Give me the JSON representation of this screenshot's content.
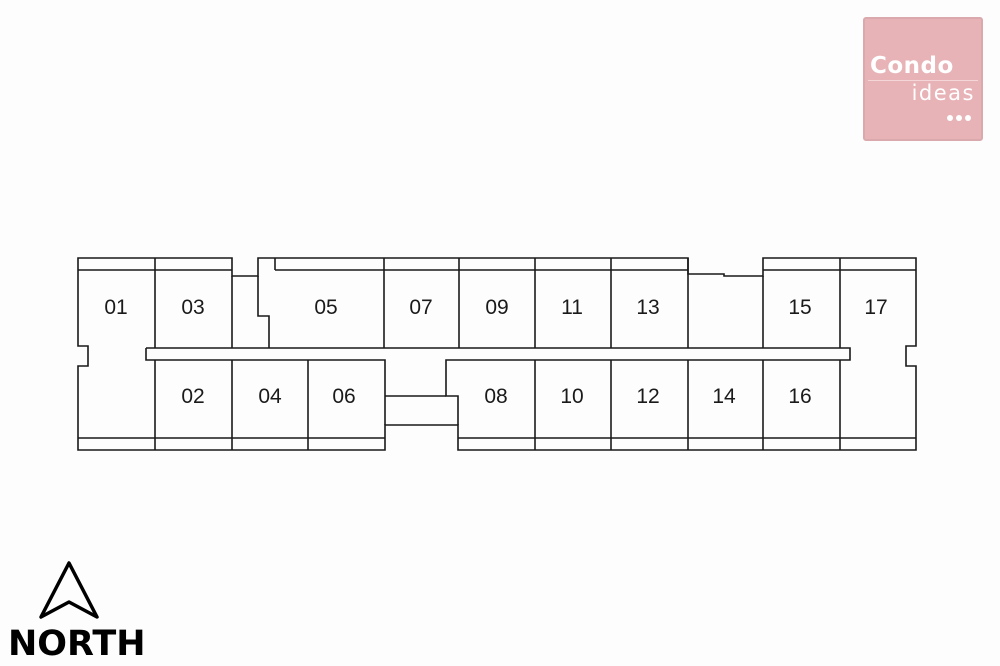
{
  "logo": {
    "word1": "Condo",
    "word2": "ideas"
  },
  "units": {
    "u01": "01",
    "u02": "02",
    "u03": "03",
    "u04": "04",
    "u05": "05",
    "u06": "06",
    "u07": "07",
    "u08": "08",
    "u09": "09",
    "u10": "10",
    "u11": "11",
    "u12": "12",
    "u13": "13",
    "u14": "14",
    "u15": "15",
    "u16": "16",
    "u17": "17"
  },
  "compass": {
    "label": "NORTH",
    "icon": "north-arrow-icon"
  }
}
